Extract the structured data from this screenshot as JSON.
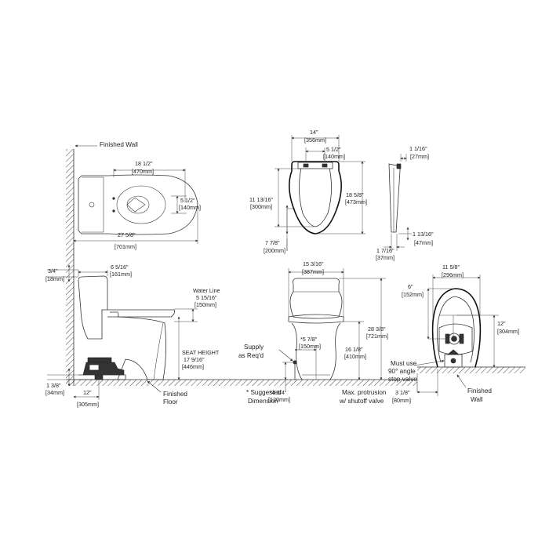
{
  "labels": {
    "finished_wall_top": "Finished Wall",
    "top_len_1": "18 1/2\"",
    "top_len_1_mm": "[470mm]",
    "top_w_1": "5 1/2\"",
    "top_w_1_mm": "[140mm]",
    "top_len_2": "27 5/8\"",
    "top_len_2_mm": "[701mm]",
    "seat_w": "14\"",
    "seat_w_mm": "[356mm]",
    "seat_hinge": "5 1/2\"",
    "seat_hinge_mm": "[140mm]",
    "seat_inner": "11 13/16\"",
    "seat_inner_mm": "[300mm]",
    "seat_len": "18 5/8\"",
    "seat_len_mm": "[473mm]",
    "seat_front": "7 7/8\"",
    "seat_front_mm": "[200mm]",
    "lid_top": "1 1/16\"",
    "lid_top_mm": "[27mm]",
    "lid_a": "1 7/16\"",
    "lid_a_mm": "[37mm]",
    "lid_b": "1 13/16\"",
    "lid_b_mm": "[47mm]",
    "side_top_gap": "3/4\"",
    "side_top_gap_mm": "[18mm]",
    "side_tank": "6 5/16\"",
    "side_tank_mm": "[161mm]",
    "water_line": "Water Line",
    "water_line_val": "5 15/16\"",
    "water_line_mm": "[150mm]",
    "seat_height": "SEAT HEIGHT",
    "seat_height_val": "17 9/16\"",
    "seat_height_mm": "[446mm]",
    "side_base": "1 3/8\"",
    "side_base_mm": "[34mm]",
    "rough_in": "12\"",
    "rough_in_mm": "[305mm]",
    "finished_floor_1": "Finished",
    "finished_floor_2": "Floor",
    "front_w": "15 3/16\"",
    "front_w_mm": "[387mm]",
    "supply_1": "Supply",
    "supply_2": "as Req'd",
    "supply_off": "*5 7/8\"",
    "supply_off_mm": "[150mm]",
    "supply_h": "*4 3/4\"",
    "supply_h_mm": "[120mm]",
    "front_h": "28 3/8\"",
    "front_h_mm": "[721mm]",
    "front_seat": "16 1/8\"",
    "front_seat_mm": "[410mm]",
    "suggested_1": "* Suggested",
    "suggested_2": "Dimension",
    "max_prot_1": "Max. protrusion",
    "max_prot_2": "w/ shutoff valve",
    "back_w": "11 5/8\"",
    "back_w_mm": "[296mm]",
    "back_off": "6\"",
    "back_off_mm": "[152mm]",
    "back_h": "12\"",
    "back_h_mm": "[304mm]",
    "must_use_1": "Must use",
    "must_use_2": "90° angle",
    "must_use_3": "stop valve",
    "back_valve": "3 1/8\"",
    "back_valve_mm": "[80mm]",
    "finished_wall_b1": "Finished",
    "finished_wall_b2": "Wall"
  }
}
